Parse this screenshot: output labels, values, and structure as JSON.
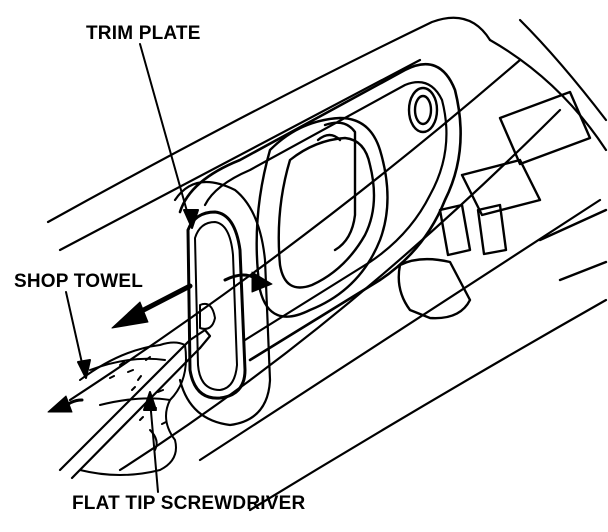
{
  "labels": {
    "trim_plate": "TRIM PLATE",
    "shop_towel": "SHOP TOWEL",
    "flat_tip_screwdriver": "FLAT TIP SCREWDRIVER"
  },
  "colors": {
    "ink": "#000000",
    "paper": "#ffffff"
  }
}
